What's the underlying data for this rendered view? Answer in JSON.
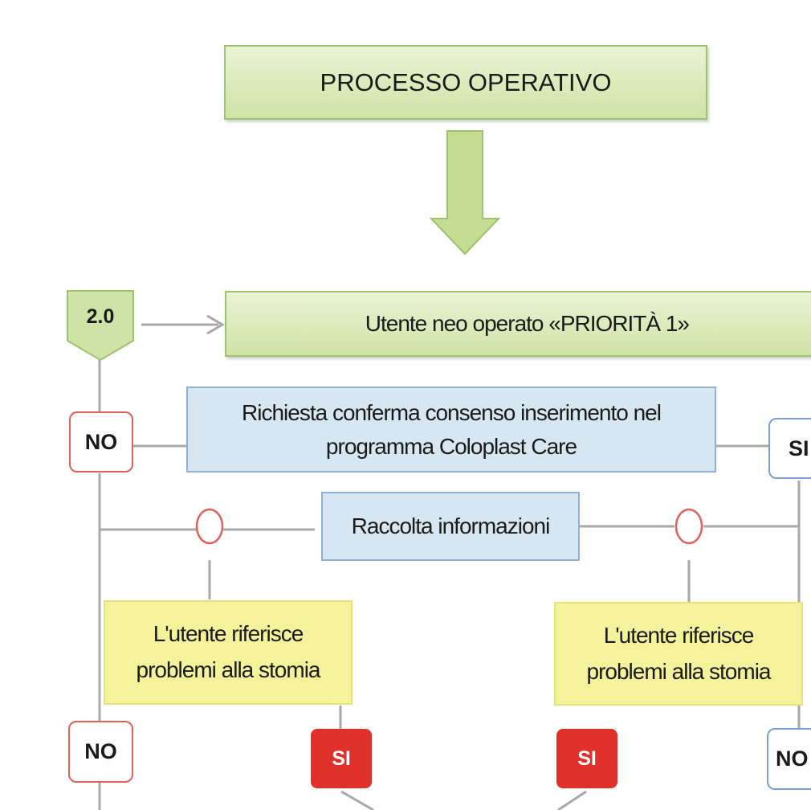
{
  "title": "PROCESSO OPERATIVO",
  "step": {
    "number": "2.0",
    "label": "Utente neo operato «PRIORITÀ 1»"
  },
  "consent": {
    "text": "Richiesta conferma consenso inserimento nel programma Coloplast Care",
    "no": "NO",
    "si": "SI"
  },
  "collection": {
    "text": "Raccolta informazioni"
  },
  "left_problem": {
    "text": "L'utente riferisce problemi alla stomia",
    "si": "SI",
    "no": "NO"
  },
  "right_problem": {
    "text": "L'utente riferisce problemi alla stomia",
    "si": "SI",
    "no": "NO"
  },
  "colors": {
    "green_fill": "#cfe3a6",
    "green_border": "#9cc46a",
    "blue_fill": "#d7e7f1",
    "yellow_fill": "#f4f29b",
    "red": "#e0302a",
    "connector": "#a8a8a8"
  }
}
